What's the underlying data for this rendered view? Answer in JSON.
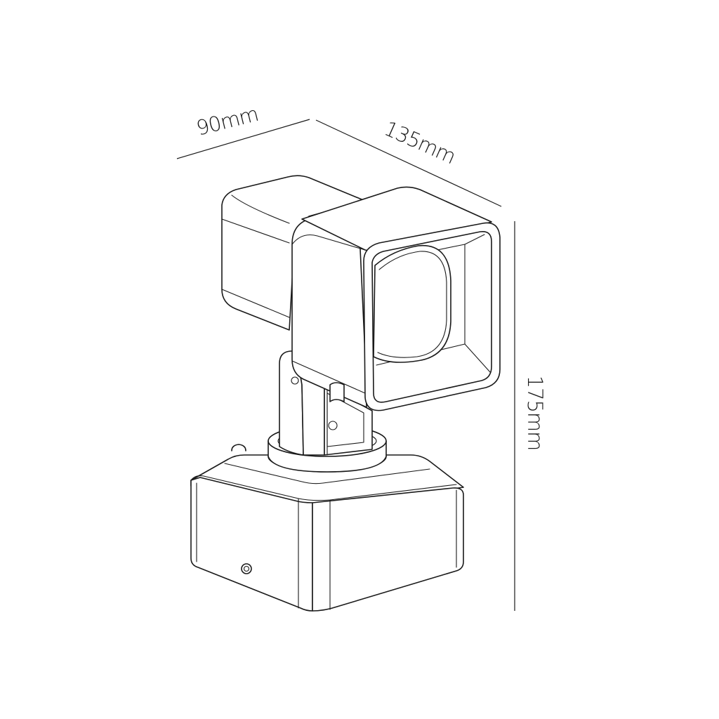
{
  "drawing": {
    "dimensions": {
      "depth": "90mm",
      "width": "135mm",
      "height": "175mm"
    },
    "line_color": "#1a1a1a",
    "background": "#ffffff"
  }
}
